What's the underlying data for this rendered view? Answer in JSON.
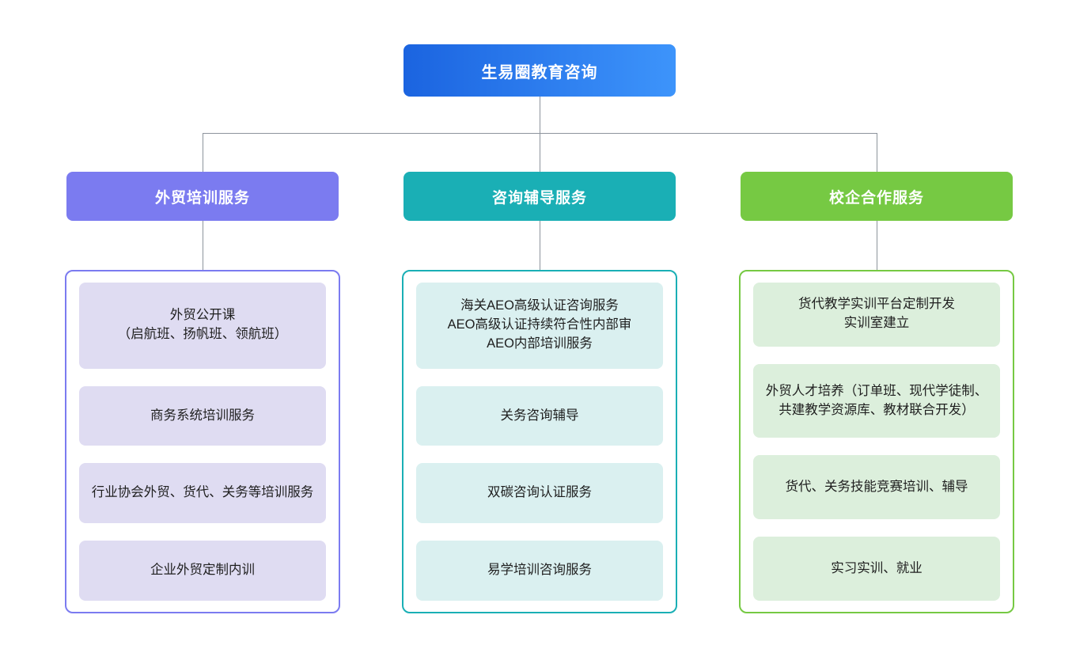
{
  "diagram": {
    "type": "organization-tree",
    "root": {
      "label": "生易圈教育咨询",
      "color_start": "#1b64e0",
      "color_end": "#3d94fb"
    },
    "connector_color": "#8d949c",
    "branches": [
      {
        "id": "training",
        "label": "外贸培训服务",
        "header_color": "#7b7bf0",
        "border_color": "#7b7bf0",
        "item_fill": "#dfdcf2",
        "items": [
          "外贸公开课\n（启航班、扬帆班、领航班）",
          "商务系统培训服务",
          "行业协会外贸、货代、关务等培训服务",
          "企业外贸定制内训"
        ]
      },
      {
        "id": "consulting",
        "label": "咨询辅导服务",
        "header_color": "#1aafb5",
        "border_color": "#1aafb5",
        "item_fill": "#daf0f0",
        "items": [
          "海关AEO高级认证咨询服务\nAEO高级认证持续符合性内部审\nAEO内部培训服务",
          "关务咨询辅导",
          "双碳咨询认证服务",
          "易学培训咨询服务"
        ]
      },
      {
        "id": "school-enterprise",
        "label": "校企合作服务",
        "header_color": "#76c943",
        "border_color": "#76c943",
        "item_fill": "#dcefdc",
        "items": [
          "货代教学实训平台定制开发\n实训室建立",
          "外贸人才培养（订单班、现代学徒制、共建教学资源库、教材联合开发）",
          "货代、关务技能竞赛培训、辅导",
          "实习实训、就业"
        ]
      }
    ]
  }
}
